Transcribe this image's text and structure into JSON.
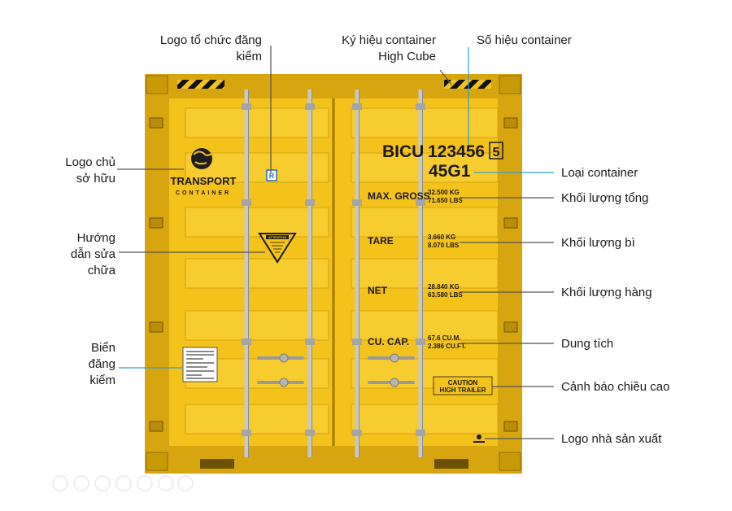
{
  "labels": {
    "logo_org": [
      "Logo tổ chức đăng",
      "kiểm"
    ],
    "highcube": [
      "Ký hiệu container",
      "High Cube"
    ],
    "serial": "Số hiệu container",
    "owner_logo": [
      "Logo chủ",
      "sở hữu"
    ],
    "repair": [
      "Hướng",
      "dẫn sửa",
      "chữa"
    ],
    "plate": [
      "Biển",
      "đăng",
      "kiểm"
    ],
    "type": "Loại container",
    "gross": "Khối lượng tổng",
    "tare": "Khối lượng bì",
    "net": "Khối lượng hàng",
    "capacity": "Dung tích",
    "height_warning": "Cảnh báo chiều cao",
    "maker_logo": "Logo nhà sản xuất"
  },
  "container": {
    "owner_code": "BICU",
    "serial_number": "123456",
    "check_digit": "5",
    "type_code": "45G1",
    "brand_name": "TRANSPORT",
    "brand_sub": "CONTAINER",
    "caution_lines": [
      "CAUTION",
      "HIGH TRAILER"
    ],
    "attention": "ATTENTION",
    "weights": [
      {
        "label": "MAX. GROSS",
        "line1": "32.500 KG",
        "line2": "71.650 LBS"
      },
      {
        "label": "TARE",
        "line1": "3.660 KG",
        "line2": "8.070 LBS"
      },
      {
        "label": "NET",
        "line1": "28.840 KG",
        "line2": "63.580 LBS"
      },
      {
        "label": "CU. CAP.",
        "line1": "67.6 CU.M.",
        "line2": "2.386 CU.FT."
      }
    ]
  },
  "colors": {
    "container_yellow": "#f3c21b",
    "dark_yellow": "#c99a08",
    "leader_line": "#2a9fd6",
    "text": "#1a1a1a"
  }
}
